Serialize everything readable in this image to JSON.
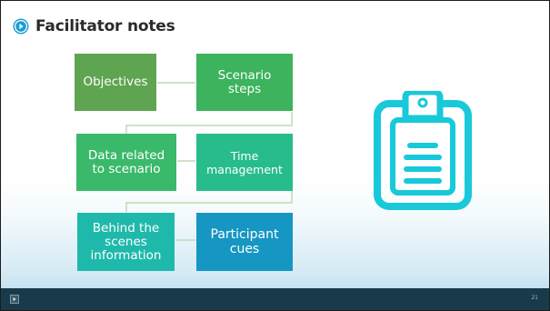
{
  "slide": {
    "title": "Facilitator notes",
    "page_number": "21"
  },
  "flow": {
    "row1": {
      "left": "Objectives",
      "right": "Scenario steps"
    },
    "row2": {
      "left": "Data related to scenario",
      "right": "Time management"
    },
    "row3": {
      "left": "Behind the scenes information",
      "right": "Participant cues"
    }
  },
  "colors": {
    "title_bullet": "#1a9fd3",
    "objectives": "#5fa451",
    "scenario_steps": "#3cb35c",
    "data_related": "#3ab96a",
    "time_management": "#28bc8d",
    "behind_scenes": "#1fb9ab",
    "participant_cues": "#1696c3",
    "connector": "#bfd9b4",
    "clipboard_icon": "#18c9da",
    "footer": "#193a4a"
  },
  "icons": {
    "title_bullet": "play-circle-icon",
    "clipboard": "clipboard-list-icon",
    "footer_button": "slide-nav-icon"
  }
}
